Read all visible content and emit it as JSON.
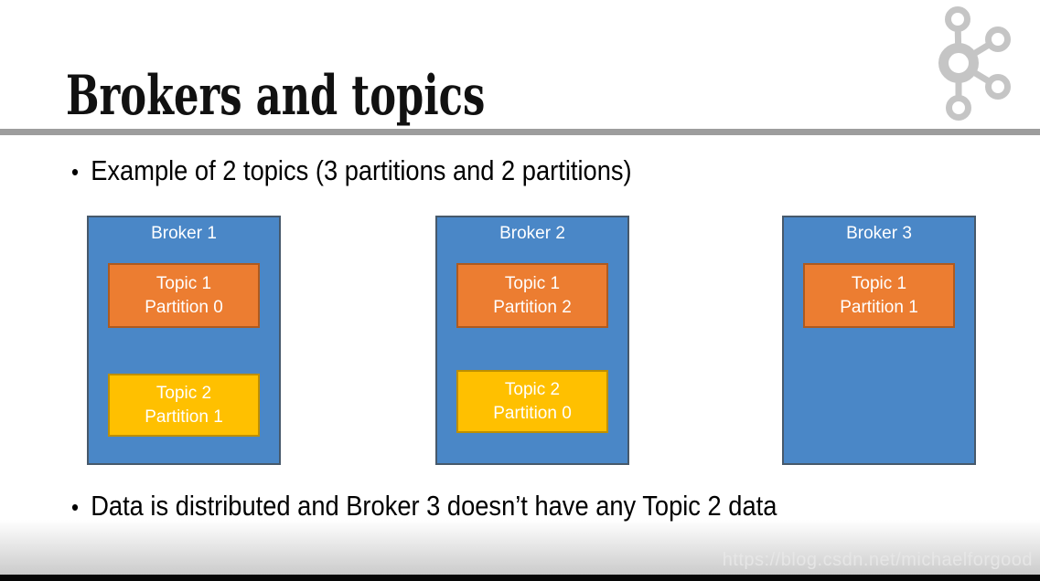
{
  "title": "Brokers and topics",
  "bullet_char": "•",
  "bullets": [
    "Example of 2 topics (3 partitions and 2 partitions)",
    "Data is distributed and Broker 3 doesn’t have any Topic 2 data"
  ],
  "brokers": [
    {
      "label": "Broker 1",
      "partitions": [
        {
          "topic": "Topic 1",
          "partition": "Partition 0"
        },
        {
          "topic": "Topic 2",
          "partition": "Partition 1"
        }
      ]
    },
    {
      "label": "Broker 2",
      "partitions": [
        {
          "topic": "Topic 1",
          "partition": "Partition 2"
        },
        {
          "topic": "Topic 2",
          "partition": "Partition 0"
        }
      ]
    },
    {
      "label": "Broker 3",
      "partitions": [
        {
          "topic": "Topic 1",
          "partition": "Partition 1"
        }
      ]
    }
  ],
  "watermark": "https://blog.csdn.net/michaelforgood",
  "icons": {
    "logo": "kafka-logo"
  },
  "colors": {
    "broker_fill": "#4A87C7",
    "broker_border": "#47596B",
    "topic1_fill": "#EC7D31",
    "topic1_border": "#AD5A1F",
    "topic2_fill": "#FFC000",
    "topic2_border": "#BE8F00",
    "divider": "#9D9D9D",
    "logo_gray": "#C5C5C5",
    "bottom_bar": "#060606"
  }
}
